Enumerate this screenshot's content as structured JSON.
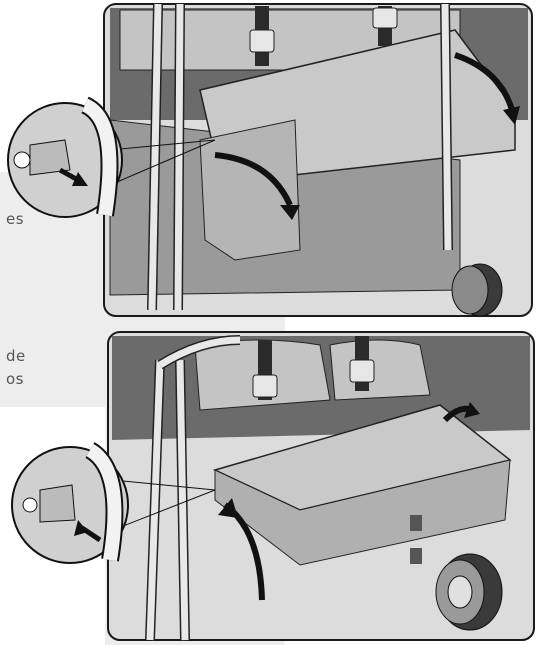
{
  "text_fragments": [
    "es",
    "de",
    "os"
  ],
  "colors": {
    "page_bg": "#ffffff",
    "side_panel": "#ededed",
    "frame_outline": "#1a1a1a",
    "cart_fill": "#bdbdbd",
    "cart_dark": "#5a5a5a",
    "cover_fill": "#c9c9c9",
    "arrow": "#111111"
  },
  "icons": [
    "arrow-curved-down-icon",
    "arrow-curved-up-icon",
    "zoom-detail-circle-icon"
  ]
}
